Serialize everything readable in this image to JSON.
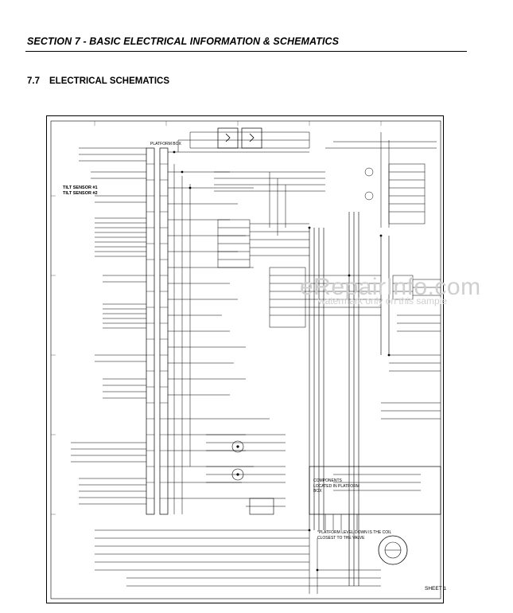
{
  "header": {
    "section_title": "SECTION 7 - BASIC ELECTRICAL INFORMATION & SCHEMATICS"
  },
  "subsection": {
    "number": "7.7",
    "title": "ELECTRICAL SCHEMATICS"
  },
  "labels": {
    "tilt1": "TILT SENSOR #1",
    "tilt2": "TILT SENSOR #2",
    "platform_box": "PLATFORM BOX",
    "platform_level_note": "*PLATFORM LEVEL DOWN IS THE COIL CLOSEST TO THE VALVE",
    "components_note": "COMPONENTS LOCATED IN PLATFORM BOX",
    "sheet": "SHEET 1"
  },
  "watermark": {
    "line1": "eRepairInfo.com",
    "line2": "watermark only on this sample"
  },
  "colors": {
    "line": "#000000",
    "watermark": "#cfcfcf"
  }
}
